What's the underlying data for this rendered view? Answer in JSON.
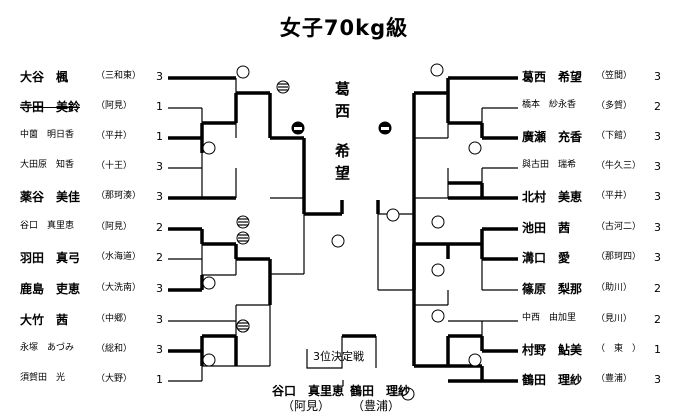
{
  "title": "女子70kg級",
  "champion": [
    "葛",
    "西",
    "希",
    "望"
  ],
  "bronze_label": "3位決定戦",
  "bronze": [
    {
      "name": "谷口　真里恵",
      "club": "（阿見）"
    },
    {
      "name": "鶴田　理紗",
      "club": "（豊浦）"
    }
  ],
  "left": [
    {
      "name": "大谷　楓",
      "club": "（三和東）",
      "score": "3",
      "struck": false
    },
    {
      "name": "寺田　美鈴",
      "club": "（阿見）",
      "score": "1",
      "struck": true
    },
    {
      "name": "中薗　明日香",
      "club": "（平井）",
      "score": "1",
      "struck": false
    },
    {
      "name": "大田原　知香",
      "club": "（十王）",
      "score": "3",
      "struck": false
    },
    {
      "name": "薬谷　美佳",
      "club": "（那珂湊）",
      "score": "3",
      "struck": false
    },
    {
      "name": "谷口　真里恵",
      "club": "（阿見）",
      "score": "2",
      "struck": false
    },
    {
      "name": "羽田　真弓",
      "club": "（水海道）",
      "score": "2",
      "struck": false
    },
    {
      "name": "鹿島　吏恵",
      "club": "（大洗南）",
      "score": "3",
      "struck": false
    },
    {
      "name": "大竹　茜",
      "club": "（中郷）",
      "score": "3",
      "struck": false
    },
    {
      "name": "永塚　あづみ",
      "club": "（総和）",
      "score": "3",
      "struck": false
    },
    {
      "name": "須賀田　光",
      "club": "（大野）",
      "score": "1",
      "struck": false
    }
  ],
  "right": [
    {
      "name": "葛西　希望",
      "club": "（笠間）",
      "score": "3"
    },
    {
      "name": "橋本　紗永香",
      "club": "（多賀）",
      "score": "2"
    },
    {
      "name": "廣瀬　充香",
      "club": "（下館）",
      "score": "3"
    },
    {
      "name": "與古田　瑞希",
      "club": "（牛久三）",
      "score": "3"
    },
    {
      "name": "北村　美恵",
      "club": "（平井）",
      "score": "3"
    },
    {
      "name": "池田　茜",
      "club": "（古河二）",
      "score": "3"
    },
    {
      "name": "溝口　愛",
      "club": "（那珂四）",
      "score": "3"
    },
    {
      "name": "篠原　梨那",
      "club": "（助川）",
      "score": "2"
    },
    {
      "name": "中西　由加里",
      "club": "（見川）",
      "score": "2"
    },
    {
      "name": "村野　鮎美",
      "club": "（　東　）",
      "score": "1"
    },
    {
      "name": "鶴田　理紗",
      "club": "（豊浦）",
      "score": "3"
    }
  ]
}
